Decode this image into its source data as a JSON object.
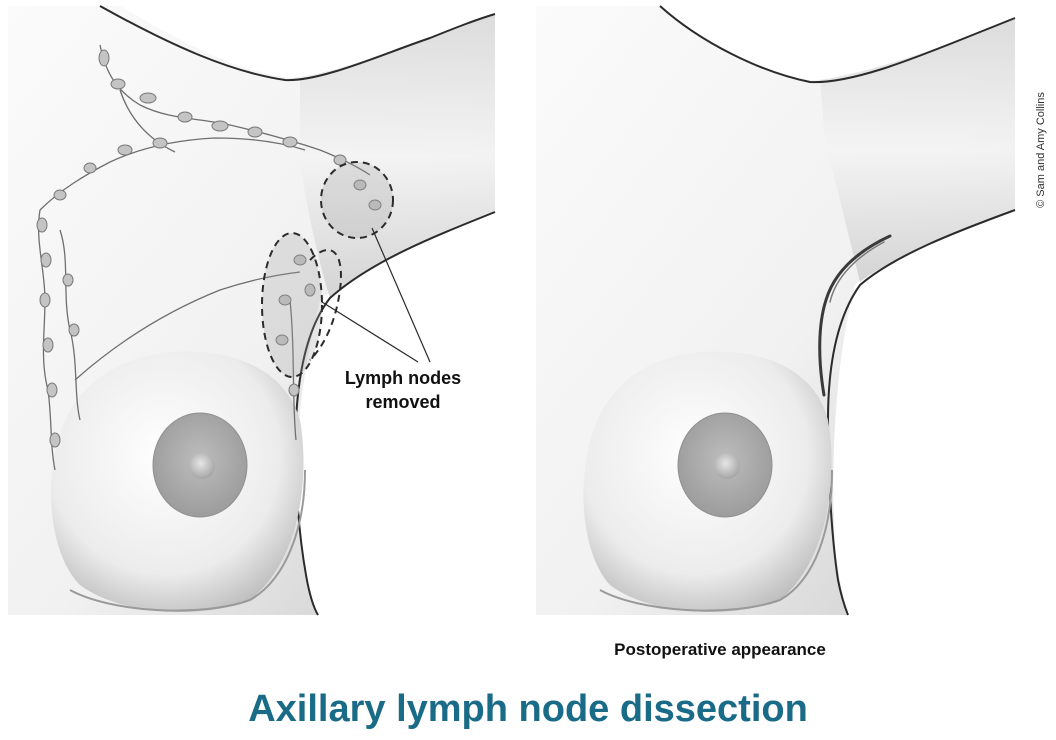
{
  "title": "Axillary lymph node dissection",
  "panels": {
    "left": {
      "callout_line1": "Lymph nodes",
      "callout_line2": "removed"
    },
    "right": {
      "caption": "Postoperative appearance"
    }
  },
  "credit": "© Sam and Amy Collins",
  "colors": {
    "title": "#1a6b87",
    "skin_light": "#f7f7f7",
    "skin_shadow": "#8c8c8c",
    "outline": "#2b2b2b",
    "node_fill": "#c4c4c4",
    "areola": "#a8a8a8"
  },
  "icons": [
    "lymph-node-cluster",
    "dissection-region",
    "surgical-scar"
  ]
}
